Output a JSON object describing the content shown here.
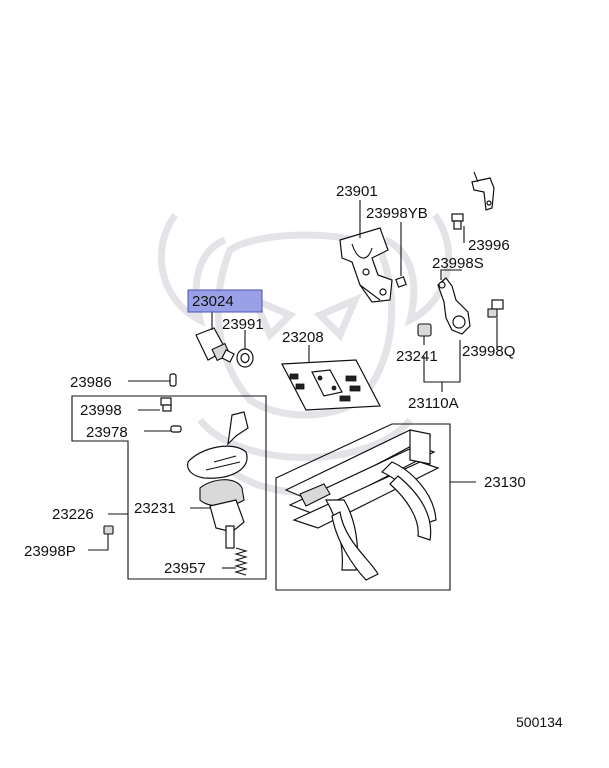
{
  "diagram_number": "500134",
  "highlighted_part": "23024",
  "callouts": {
    "c23901": "23901",
    "c23998YB": "23998YB",
    "c23996": "23996",
    "c23998S": "23998S",
    "c23024": "23024",
    "c23991": "23991",
    "c23208": "23208",
    "c23241": "23241",
    "c23998Q": "23998Q",
    "c23986": "23986",
    "c23110A": "23110A",
    "c23998": "23998",
    "c23978": "23978",
    "c23130": "23130",
    "c23226": "23226",
    "c23231": "23231",
    "c23998P": "23998P",
    "c23957": "23957"
  },
  "colors": {
    "highlight_fill": "#9aa0e6",
    "highlight_border": "#4a52b8",
    "line": "#111111",
    "watermark": "#e3e3e8"
  }
}
